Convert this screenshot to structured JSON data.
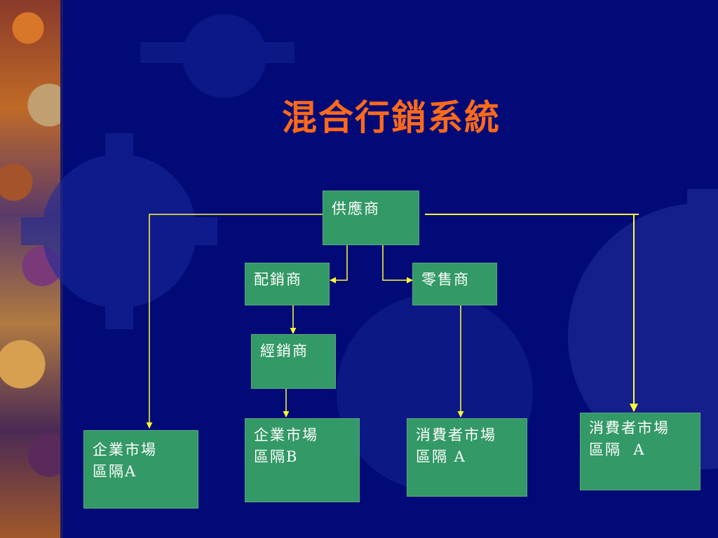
{
  "title": "混合行銷系統",
  "nodes": {
    "supplier": "供應商",
    "distributor": "配銷商",
    "retailer": "零售商",
    "dealer": "經銷商",
    "business_a": [
      "企業市場",
      "區隔A"
    ],
    "business_b": [
      "企業市場",
      "區隔B"
    ],
    "consumer_a1": [
      "消費者市場",
      "區隔 A"
    ],
    "consumer_a2": [
      "消費者市場",
      "區隔  A"
    ]
  },
  "colors": {
    "background": "#020a78",
    "title": "#ff6a1a",
    "box": "#339966",
    "box_text": "#ffffff",
    "connector": "#ffff33"
  }
}
